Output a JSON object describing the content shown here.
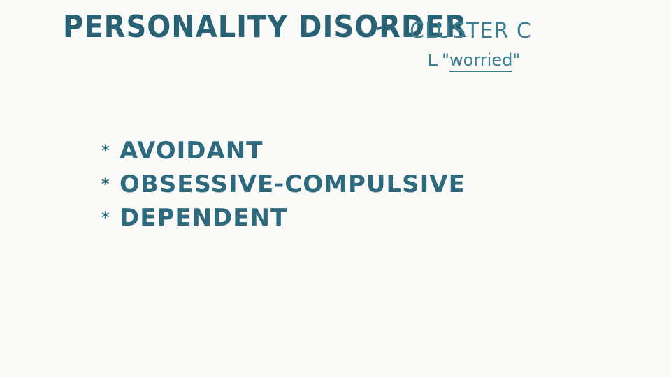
{
  "heading": {
    "title": "PERSONALITY DISORDER",
    "separator": "~",
    "subtitle": "CLUSTER C",
    "note_open_quote": "\"",
    "note_word": "worried",
    "note_close_quote": "\""
  },
  "list": {
    "bullet": "*",
    "items": [
      "AVOIDANT",
      "OBSESSIVE-COMPULSIVE",
      "DEPENDENT"
    ]
  },
  "colors": {
    "background": "#fafaf9",
    "ink": "#2d6a7d"
  }
}
